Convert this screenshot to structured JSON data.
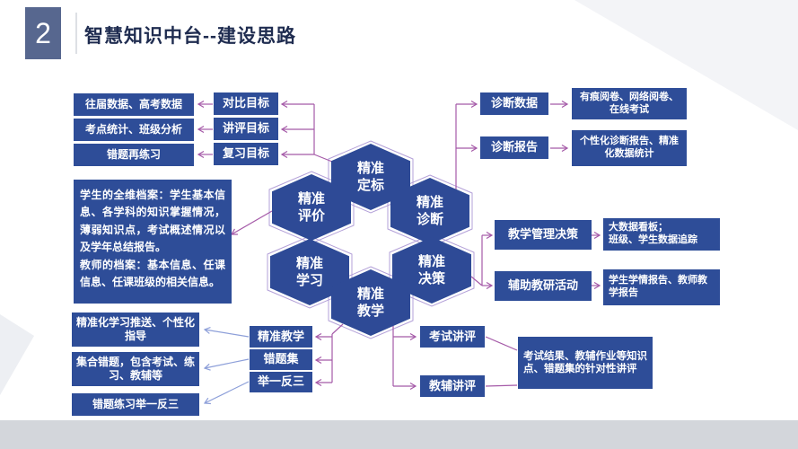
{
  "header": {
    "number": "2",
    "title": "智慧知识中台--建设思路"
  },
  "hexagons": {
    "calibration": "精准\n定标",
    "evaluation": "精准\n评价",
    "diagnosis": "精准\n诊断",
    "learning": "精准\n学习",
    "decision": "精准\n决策",
    "teaching": "精准\n教学"
  },
  "top_left": {
    "data_sources": [
      "往届数据、高考数据",
      "考点统计、班级分析",
      "错题再练习"
    ],
    "goals": [
      "对比目标",
      "讲评目标",
      "复习目标"
    ]
  },
  "top_right": {
    "labels": [
      "诊断数据",
      "诊断报告"
    ],
    "details": [
      "有痕阅卷、网络阅卷、在线考试",
      "个性化诊断报告、精准化数据统计"
    ]
  },
  "mid_left": {
    "profile": "学生的全维档案：学生基本信息、各学科的知识掌握情况，薄弱知识点，考试概述情况以及学年总结报告。\n教师的档案：基本信息、任课信息、任课班级的相关信息。"
  },
  "mid_right": {
    "labels": [
      "教学管理决策",
      "辅助教研活动"
    ],
    "details": [
      "大数据看板；\n班级、学生数据追踪",
      "学生学情报告、教师教学报告"
    ]
  },
  "bottom_left": {
    "details": [
      "精准化学习推送、个性化指导",
      "集合错题，包含考试、练习、教辅等",
      "错题练习举一反三"
    ],
    "tools": [
      "精准教学",
      "错题集",
      "举一反三"
    ]
  },
  "bottom_right": {
    "labels": [
      "考试讲评",
      "教辅讲评"
    ],
    "detail": "考试结果、教辅作业等知识点、错题集的针对性讲评"
  },
  "colors": {
    "box_blue": "#2e4d98",
    "hex_blue": "#2e4a96",
    "connector_purple": "#a55aa8",
    "connector_blue": "#8d9fd9",
    "number_slate": "#57678f",
    "title_navy": "#1f2c50"
  }
}
